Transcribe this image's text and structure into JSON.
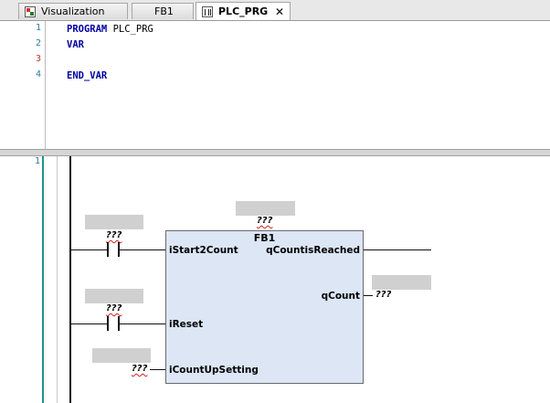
{
  "tabs": [
    {
      "label": "Visualization",
      "icon": "visualization-icon",
      "active": false
    },
    {
      "label": "FB1",
      "icon": "function-block-icon",
      "active": false
    },
    {
      "label": "PLC_PRG",
      "icon": "program-icon",
      "active": true,
      "close": "✕"
    }
  ],
  "declaration": {
    "line_numbers": [
      "1",
      "2",
      "3",
      "4"
    ],
    "lines": [
      {
        "kw": "PROGRAM",
        "rest": " PLC_PRG"
      },
      {
        "kw": "VAR",
        "rest": ""
      },
      {
        "kw": "",
        "rest": ""
      },
      {
        "kw": "END_VAR",
        "rest": ""
      }
    ]
  },
  "network": {
    "number": "1",
    "fb_instance_placeholder": "???",
    "fb_type": "FB1",
    "inputs": [
      {
        "name": "iStart2Count",
        "variable": "???",
        "kind": "contact"
      },
      {
        "name": "iReset",
        "variable": "???",
        "kind": "contact"
      },
      {
        "name": "iCountUpSetting",
        "variable": "???",
        "kind": "variable"
      }
    ],
    "outputs": [
      {
        "name": "qCountisReached",
        "variable": ""
      },
      {
        "name": "qCount",
        "variable": "???"
      }
    ]
  }
}
